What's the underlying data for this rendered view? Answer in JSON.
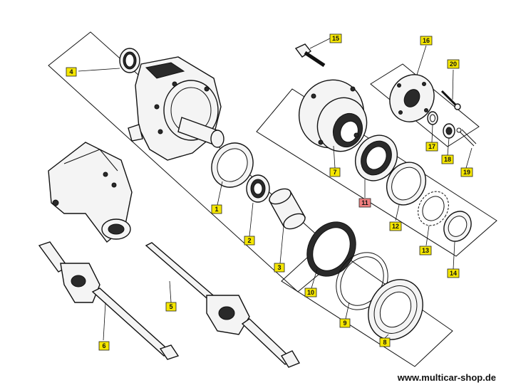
{
  "labels": {
    "l1": "1",
    "l2": "2",
    "l3": "3",
    "l4": "4",
    "l5": "5",
    "l6": "6",
    "l7": "7",
    "l8": "8",
    "l9": "9",
    "l10": "10",
    "l11": "11",
    "l12": "12",
    "l13": "13",
    "l14": "14",
    "l15": "15",
    "l16": "16",
    "l17": "17",
    "l18": "18",
    "l19": "19",
    "l20": "20"
  },
  "label_colors": {
    "default": "#f5e600",
    "highlight": "#f08080"
  },
  "highlighted_label": "11",
  "watermark": "www.multicar-shop.de"
}
